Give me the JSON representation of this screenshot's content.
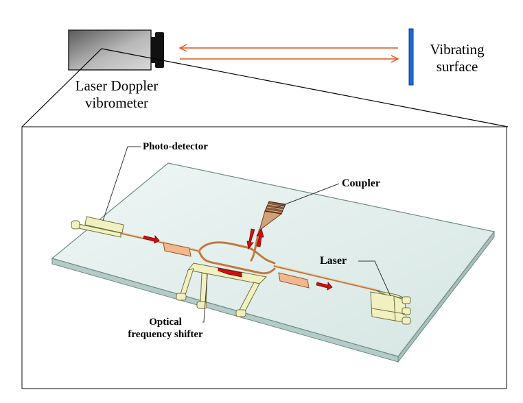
{
  "labels": {
    "vibrometer_line1": "Laser Doppler",
    "vibrometer_line2": "vibrometer",
    "surface_line1": "Vibrating",
    "surface_line2": "surface",
    "photo_detector": "Photo-detector",
    "coupler": "Coupler",
    "laser": "Laser",
    "shifter_line1": "Optical",
    "shifter_line2": "frequency shifter"
  },
  "colors": {
    "beam": "#e0541c",
    "surface": "#1f6bd6",
    "chip": "#dfecea",
    "waveguide": "#c07a3e",
    "modulator": "#f2b88c",
    "electrode": "#f0f0c0",
    "arrow": "#cc1111"
  }
}
